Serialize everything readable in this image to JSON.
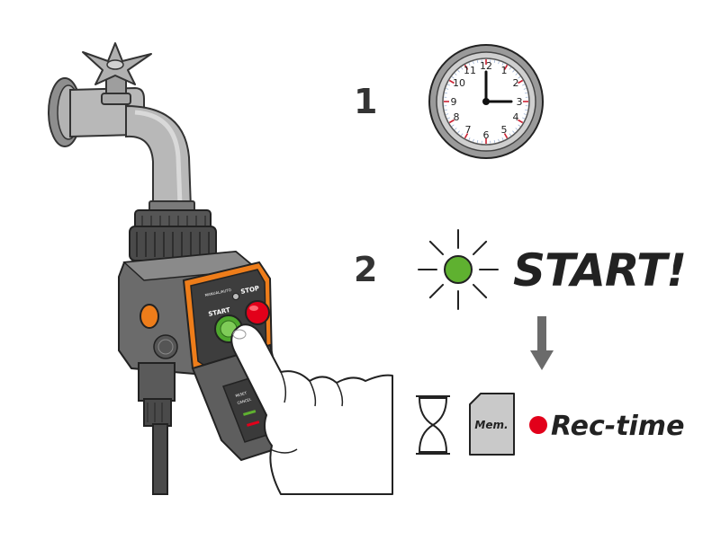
{
  "steps": {
    "step1": {
      "number": "1"
    },
    "step2": {
      "number": "2",
      "action": "START!"
    }
  },
  "clock": {
    "numerals": [
      "12",
      "1",
      "2",
      "3",
      "4",
      "5",
      "6",
      "7",
      "8",
      "9",
      "10",
      "11"
    ]
  },
  "memory_card": {
    "label": "Mem."
  },
  "record": {
    "label": "Rec-time",
    "dot_color": "#e2001a"
  },
  "device": {
    "start_label": "START",
    "stop_label": "STOP",
    "accent_color": "#ee7d1a",
    "start_button_color": "#4fa82e",
    "stop_button_color": "#e2001a"
  },
  "indicator": {
    "color": "#5fb130"
  }
}
